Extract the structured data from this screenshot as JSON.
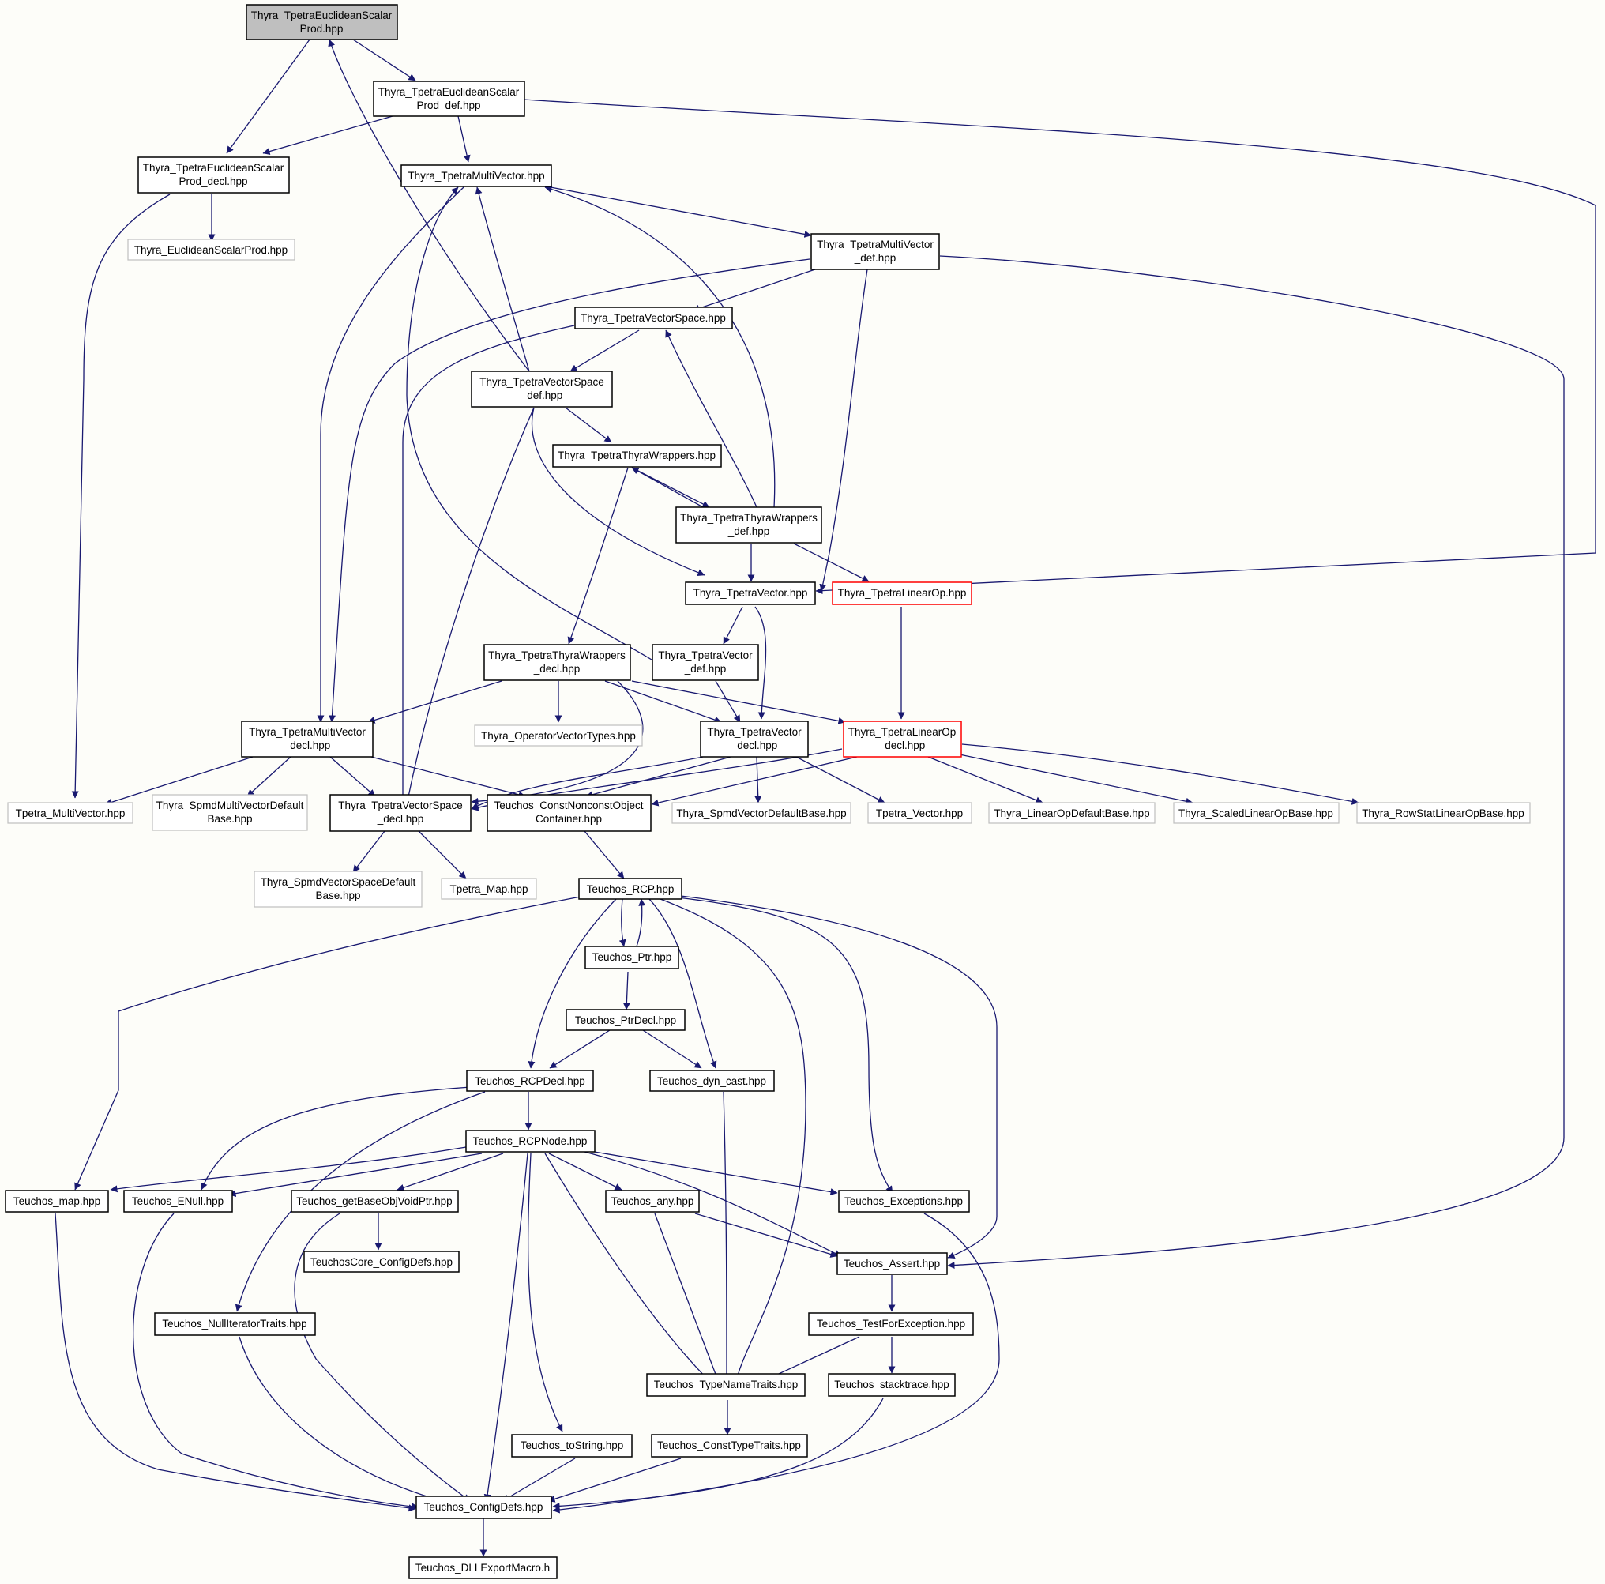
{
  "graph": {
    "nodes": [
      {
        "id": "root",
        "lines": [
          "Thyra_TpetraEuclideanScalar",
          "Prod.hpp"
        ],
        "kind": "root"
      },
      {
        "id": "espdef",
        "lines": [
          "Thyra_TpetraEuclideanScalar",
          "Prod_def.hpp"
        ],
        "kind": "normal"
      },
      {
        "id": "espdecl",
        "lines": [
          "Thyra_TpetraEuclideanScalar",
          "Prod_decl.hpp"
        ],
        "kind": "normal"
      },
      {
        "id": "eucl",
        "lines": [
          "Thyra_EuclideanScalarProd.hpp"
        ],
        "kind": "external"
      },
      {
        "id": "tmv",
        "lines": [
          "Thyra_TpetraMultiVector.hpp"
        ],
        "kind": "normal"
      },
      {
        "id": "tmvdef",
        "lines": [
          "Thyra_TpetraMultiVector",
          "_def.hpp"
        ],
        "kind": "normal"
      },
      {
        "id": "tvs",
        "lines": [
          "Thyra_TpetraVectorSpace.hpp"
        ],
        "kind": "normal"
      },
      {
        "id": "tvsdef",
        "lines": [
          "Thyra_TpetraVectorSpace",
          "_def.hpp"
        ],
        "kind": "normal"
      },
      {
        "id": "ttw",
        "lines": [
          "Thyra_TpetraThyraWrappers.hpp"
        ],
        "kind": "normal"
      },
      {
        "id": "ttwdef",
        "lines": [
          "Thyra_TpetraThyraWrappers",
          "_def.hpp"
        ],
        "kind": "normal"
      },
      {
        "id": "tv",
        "lines": [
          "Thyra_TpetraVector.hpp"
        ],
        "kind": "normal"
      },
      {
        "id": "tlo",
        "lines": [
          "Thyra_TpetraLinearOp.hpp"
        ],
        "kind": "truncated"
      },
      {
        "id": "ttwdecl",
        "lines": [
          "Thyra_TpetraThyraWrappers",
          "_decl.hpp"
        ],
        "kind": "normal"
      },
      {
        "id": "tvdef",
        "lines": [
          "Thyra_TpetraVector",
          "_def.hpp"
        ],
        "kind": "normal"
      },
      {
        "id": "tmvdecl",
        "lines": [
          "Thyra_TpetraMultiVector",
          "_decl.hpp"
        ],
        "kind": "normal"
      },
      {
        "id": "opvt",
        "lines": [
          "Thyra_OperatorVectorTypes.hpp"
        ],
        "kind": "external"
      },
      {
        "id": "tvdecl",
        "lines": [
          "Thyra_TpetraVector",
          "_decl.hpp"
        ],
        "kind": "normal"
      },
      {
        "id": "tlodecl",
        "lines": [
          "Thyra_TpetraLinearOp",
          "_decl.hpp"
        ],
        "kind": "truncated"
      },
      {
        "id": "tpmv",
        "lines": [
          "Tpetra_MultiVector.hpp"
        ],
        "kind": "external"
      },
      {
        "id": "smvdb",
        "lines": [
          "Thyra_SpmdMultiVectorDefault",
          "Base.hpp"
        ],
        "kind": "external"
      },
      {
        "id": "tvsdecl",
        "lines": [
          "Thyra_TpetraVectorSpace",
          "_decl.hpp"
        ],
        "kind": "normal"
      },
      {
        "id": "cnoc",
        "lines": [
          "Teuchos_ConstNonconstObject",
          "Container.hpp"
        ],
        "kind": "normal"
      },
      {
        "id": "svdb",
        "lines": [
          "Thyra_SpmdVectorDefaultBase.hpp"
        ],
        "kind": "external"
      },
      {
        "id": "tpv",
        "lines": [
          "Tpetra_Vector.hpp"
        ],
        "kind": "external"
      },
      {
        "id": "lodb",
        "lines": [
          "Thyra_LinearOpDefaultBase.hpp"
        ],
        "kind": "external"
      },
      {
        "id": "slob",
        "lines": [
          "Thyra_ScaledLinearOpBase.hpp"
        ],
        "kind": "external"
      },
      {
        "id": "rslob",
        "lines": [
          "Thyra_RowStatLinearOpBase.hpp"
        ],
        "kind": "external"
      },
      {
        "id": "svsdb",
        "lines": [
          "Thyra_SpmdVectorSpaceDefault",
          "Base.hpp"
        ],
        "kind": "external"
      },
      {
        "id": "tpmap",
        "lines": [
          "Tpetra_Map.hpp"
        ],
        "kind": "external"
      },
      {
        "id": "rcp",
        "lines": [
          "Teuchos_RCP.hpp"
        ],
        "kind": "normal"
      },
      {
        "id": "ptr",
        "lines": [
          "Teuchos_Ptr.hpp"
        ],
        "kind": "normal"
      },
      {
        "id": "ptrdecl",
        "lines": [
          "Teuchos_PtrDecl.hpp"
        ],
        "kind": "normal"
      },
      {
        "id": "rcpdecl",
        "lines": [
          "Teuchos_RCPDecl.hpp"
        ],
        "kind": "normal"
      },
      {
        "id": "dyncast",
        "lines": [
          "Teuchos_dyn_cast.hpp"
        ],
        "kind": "normal"
      },
      {
        "id": "rcpnode",
        "lines": [
          "Teuchos_RCPNode.hpp"
        ],
        "kind": "normal"
      },
      {
        "id": "map",
        "lines": [
          "Teuchos_map.hpp"
        ],
        "kind": "normal"
      },
      {
        "id": "enull",
        "lines": [
          "Teuchos_ENull.hpp"
        ],
        "kind": "normal"
      },
      {
        "id": "gbovp",
        "lines": [
          "Teuchos_getBaseObjVoidPtr.hpp"
        ],
        "kind": "normal"
      },
      {
        "id": "any",
        "lines": [
          "Teuchos_any.hpp"
        ],
        "kind": "normal"
      },
      {
        "id": "exc",
        "lines": [
          "Teuchos_Exceptions.hpp"
        ],
        "kind": "normal"
      },
      {
        "id": "ccd",
        "lines": [
          "TeuchosCore_ConfigDefs.hpp"
        ],
        "kind": "normal"
      },
      {
        "id": "assert",
        "lines": [
          "Teuchos_Assert.hpp"
        ],
        "kind": "normal"
      },
      {
        "id": "nit",
        "lines": [
          "Teuchos_NullIteratorTraits.hpp"
        ],
        "kind": "normal"
      },
      {
        "id": "tfe",
        "lines": [
          "Teuchos_TestForException.hpp"
        ],
        "kind": "normal"
      },
      {
        "id": "tnt",
        "lines": [
          "Teuchos_TypeNameTraits.hpp"
        ],
        "kind": "normal"
      },
      {
        "id": "st",
        "lines": [
          "Teuchos_stacktrace.hpp"
        ],
        "kind": "normal"
      },
      {
        "id": "tostr",
        "lines": [
          "Teuchos_toString.hpp"
        ],
        "kind": "normal"
      },
      {
        "id": "ctt",
        "lines": [
          "Teuchos_ConstTypeTraits.hpp"
        ],
        "kind": "normal"
      },
      {
        "id": "cd",
        "lines": [
          "Teuchos_ConfigDefs.hpp"
        ],
        "kind": "normal"
      },
      {
        "id": "dll",
        "lines": [
          "Teuchos_DLLExportMacro.h"
        ],
        "kind": "normal"
      }
    ],
    "colors": {
      "edge": "#191970",
      "node_border": "#000000",
      "root_fill": "#bfbfbf",
      "external_border": "#bfbfbf",
      "truncated_border": "#ff0000",
      "background": "#fdfdf9"
    }
  }
}
